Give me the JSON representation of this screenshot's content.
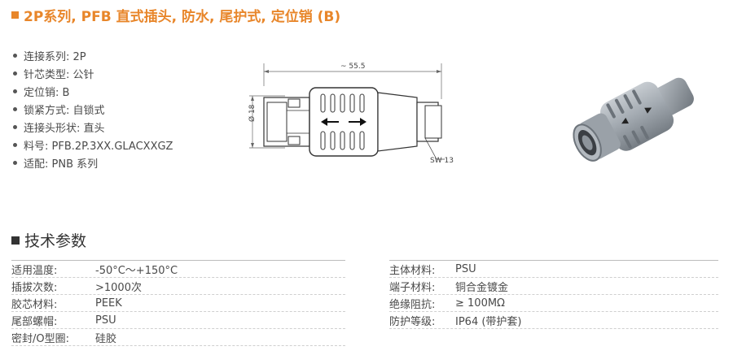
{
  "title": "2P系列, PFB 直式插头, 防水, 尾护式, 定位销 (B)",
  "spec_list": [
    "连接系列: 2P",
    "针芯类型: 公针",
    "定位销: B",
    "锁紧方式: 自锁式",
    "连接头形状: 直头",
    "料号: PFB.2P.3XX.GLACXXGZ",
    "适配: PNB 系列"
  ],
  "drawing": {
    "length_label": "~ 55.5",
    "diameter_label": "Ø 18",
    "wrench_label": "SW 13"
  },
  "section_title": "技术参数",
  "params_left": [
    {
      "label": "适用温度:",
      "value": "-50°C～+150°C"
    },
    {
      "label": "插拔次数:",
      "value": ">1000次"
    },
    {
      "label": "胶芯材料:",
      "value": "PEEK"
    },
    {
      "label": "尾部螺帽:",
      "value": "PSU"
    },
    {
      "label": "密封/O型圈:",
      "value": "硅胶"
    }
  ],
  "params_right": [
    {
      "label": "主体材料:",
      "value": "PSU"
    },
    {
      "label": "端子材料:",
      "value": "铜合金镀金"
    },
    {
      "label": "绝缘阻抗:",
      "value": "≥ 100MΩ"
    },
    {
      "label": "防护等级:",
      "value": "IP64 (带护套)"
    }
  ],
  "colors": {
    "accent": "#e8862a",
    "text": "#4a4a4a",
    "body_gray": "#9aa0a6"
  }
}
